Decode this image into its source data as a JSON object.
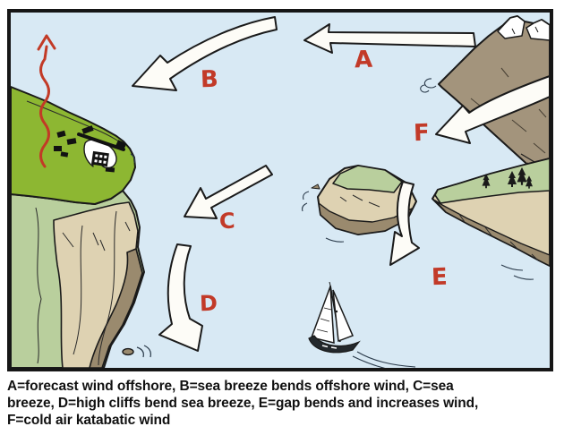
{
  "diagram": {
    "labels": {
      "a": "A",
      "b": "B",
      "c": "C",
      "d": "D",
      "e": "E",
      "f": "F"
    },
    "caption_lines": [
      "A=forecast wind offshore, B=sea breeze bends offshore wind, C=sea",
      "breeze, D=high cliffs bend sea breeze, E=gap bends and increases wind,",
      "F=cold air katabatic wind"
    ],
    "legend": {
      "A": "forecast wind offshore",
      "B": "sea breeze bends offshore wind",
      "C": "sea breeze",
      "D": "high cliffs bend sea breeze",
      "E": "gap bends and increases wind",
      "F": "cold air katabatic wind"
    },
    "icons": {
      "wind_arrows": [
        "wind-arrow-a",
        "wind-arrow-b",
        "wind-arrow-c",
        "wind-arrow-d",
        "wind-arrow-e",
        "wind-arrow-f"
      ],
      "rising_air": "rising-air-wavy-arrow",
      "sailboat": "sailboat"
    },
    "colors": {
      "sea": "#d8e9f4",
      "headland_green": "#8db732",
      "lowland_green": "#b9cf9d",
      "cliff_beige": "#ded2b2",
      "cliff_brown": "#9a8a6e",
      "mountain_brown": "#a3947c",
      "snow_white": "#ffffff",
      "arrow_white": "#fdfcf7",
      "outline_black": "#1a1a1a",
      "label_red": "#c23a28",
      "caption_black": "#111111"
    }
  }
}
